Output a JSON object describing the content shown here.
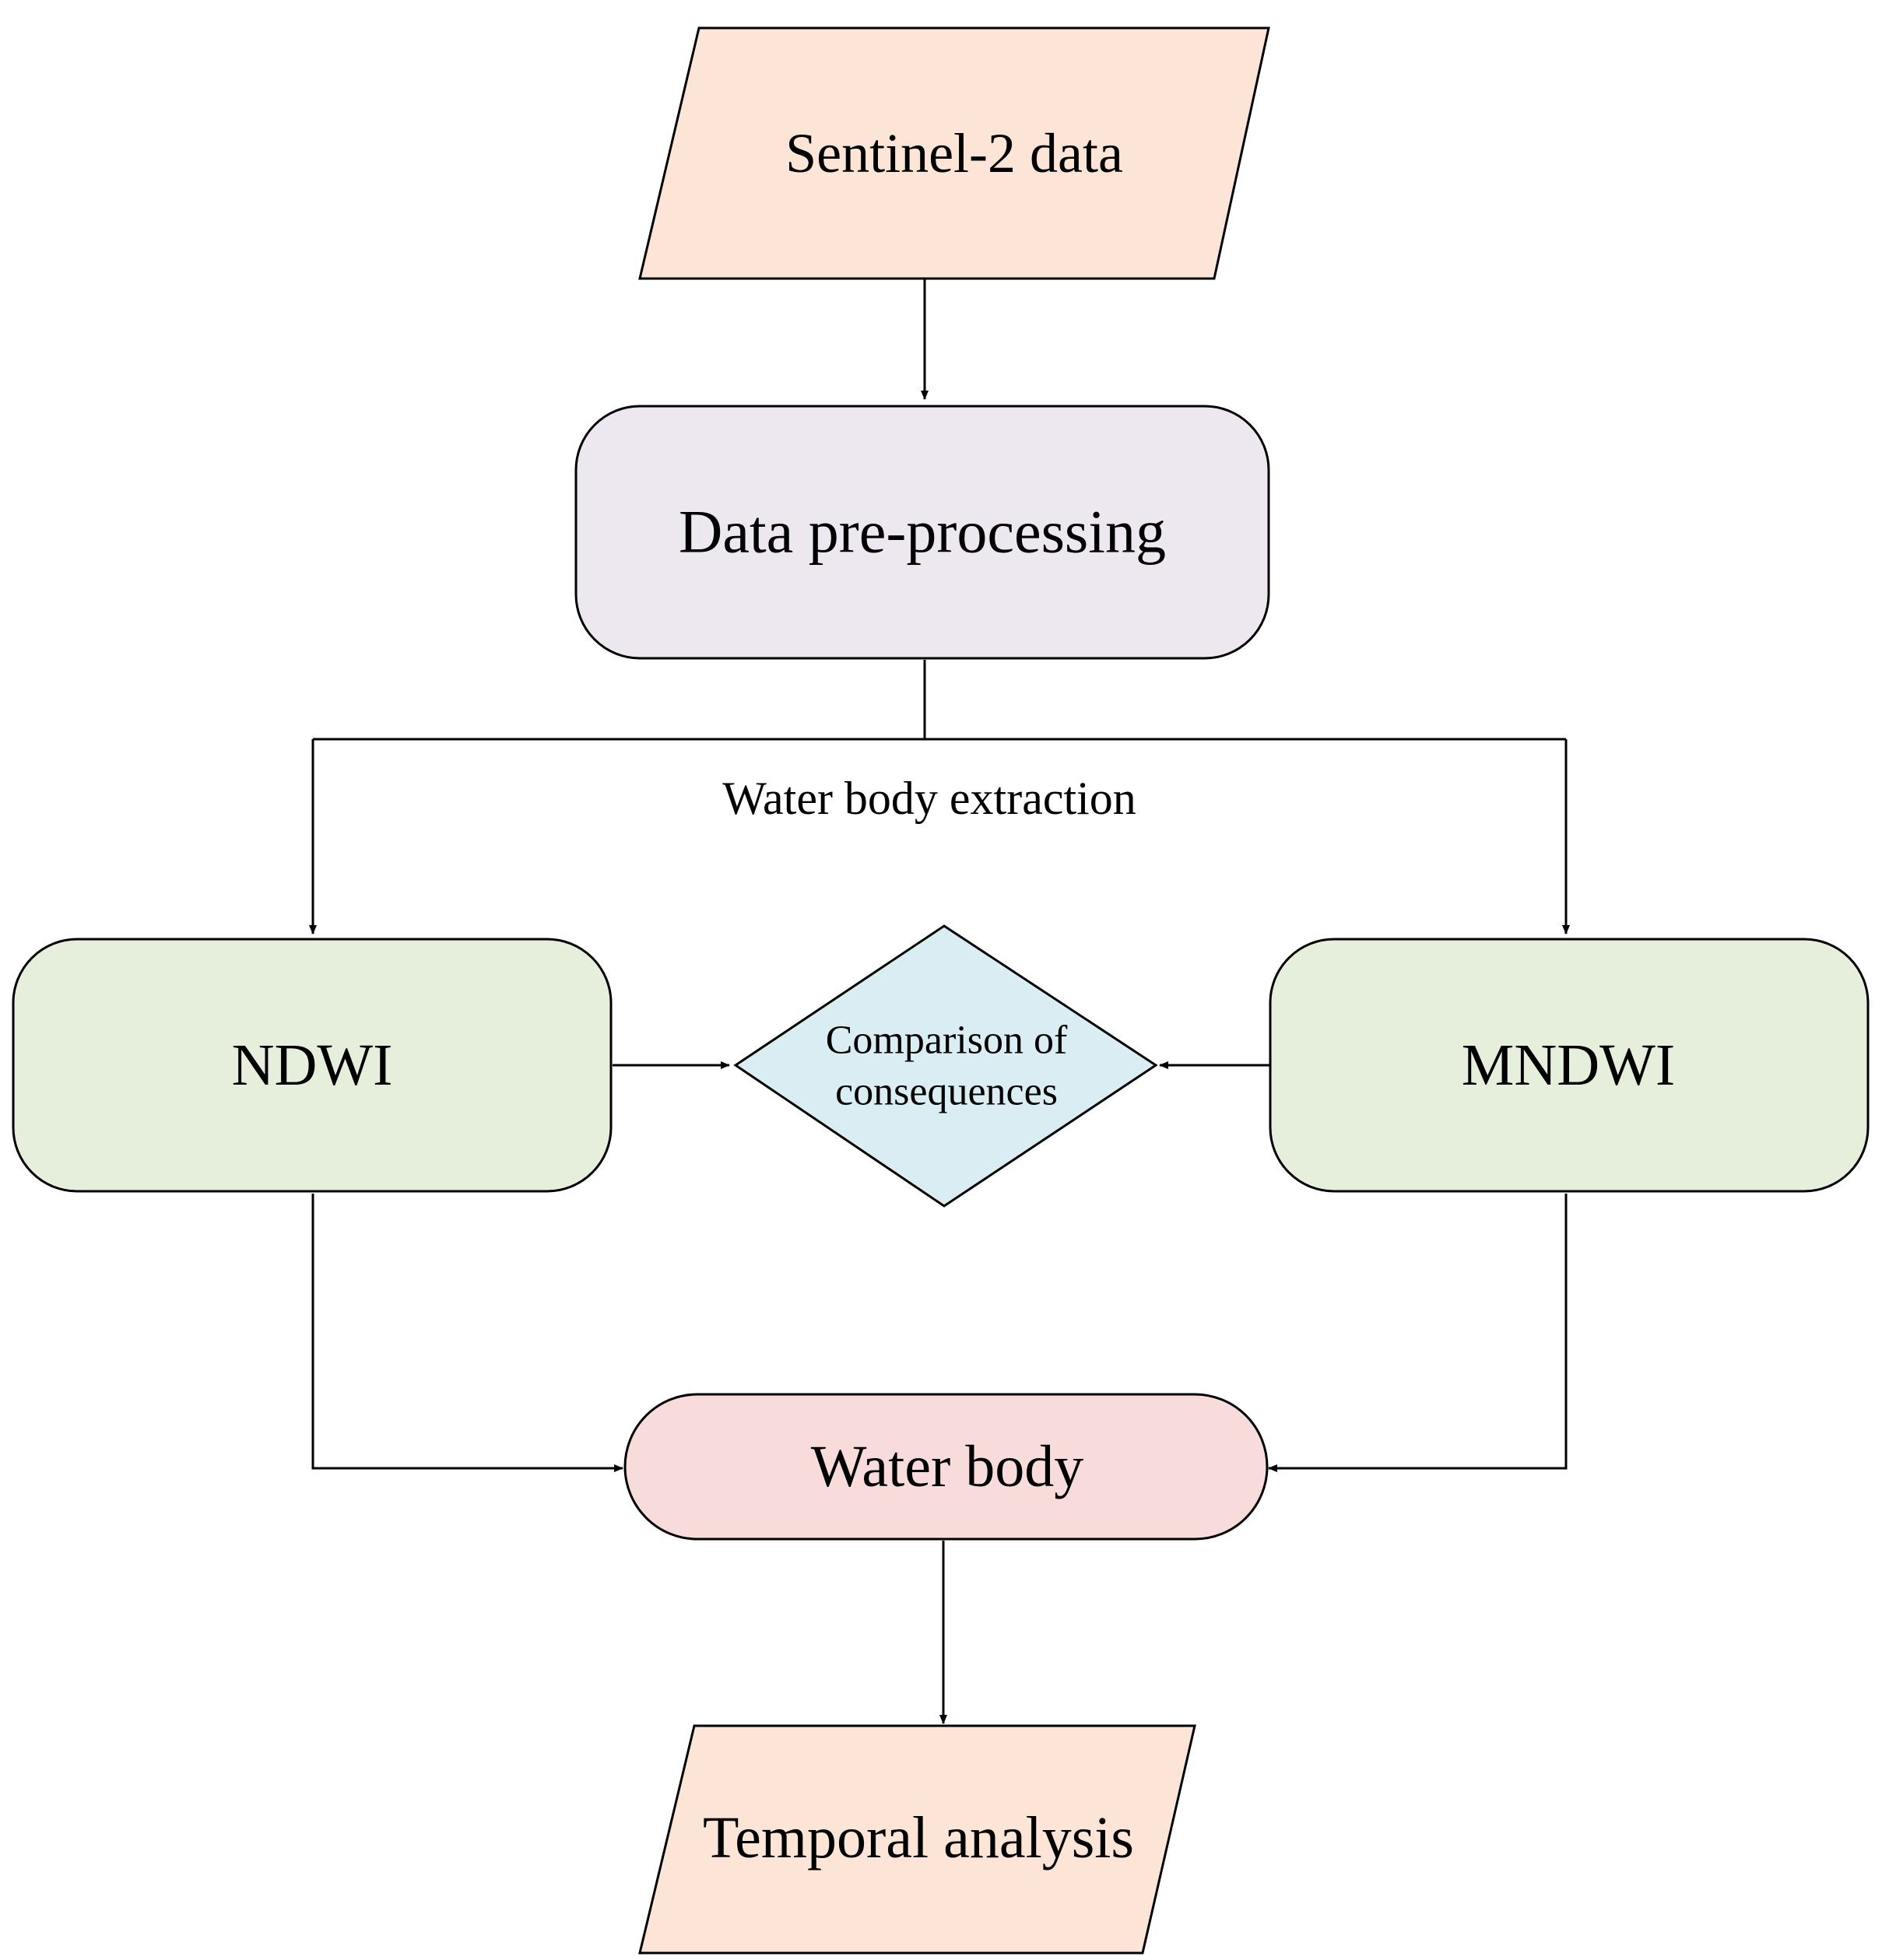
{
  "nodes": {
    "sentinel": {
      "label": "Sentinel-2 data",
      "shape": "parallelogram",
      "fill": "#fce4d6"
    },
    "preprocessing": {
      "label": "Data pre-processing",
      "shape": "rounded-rectangle",
      "fill": "#ede7f0"
    },
    "ndwi": {
      "label": "NDWI",
      "shape": "rounded-rectangle",
      "fill": "#e6efdc"
    },
    "mndwi": {
      "label": "MNDWI",
      "shape": "rounded-rectangle",
      "fill": "#e6efdc"
    },
    "comparison": {
      "label_line1": "Comparison of",
      "label_line2": "consequences",
      "shape": "diamond",
      "fill": "#d9edf2"
    },
    "waterbody": {
      "label": "Water body",
      "shape": "rounded-rectangle",
      "fill": "#f8dcdc"
    },
    "temporal": {
      "label": "Temporal analysis",
      "shape": "parallelogram",
      "fill": "#fce4d6"
    }
  },
  "edges": [
    {
      "from": "sentinel",
      "to": "preprocessing"
    },
    {
      "from": "preprocessing",
      "to": "ndwi",
      "label": "Water body extraction"
    },
    {
      "from": "preprocessing",
      "to": "mndwi"
    },
    {
      "from": "ndwi",
      "to": "comparison"
    },
    {
      "from": "mndwi",
      "to": "comparison"
    },
    {
      "from": "ndwi",
      "to": "waterbody"
    },
    {
      "from": "mndwi",
      "to": "waterbody"
    },
    {
      "from": "waterbody",
      "to": "temporal"
    }
  ],
  "split_label": "Water body extraction",
  "colors": {
    "stroke": "#000000",
    "background": "#ffffff"
  }
}
